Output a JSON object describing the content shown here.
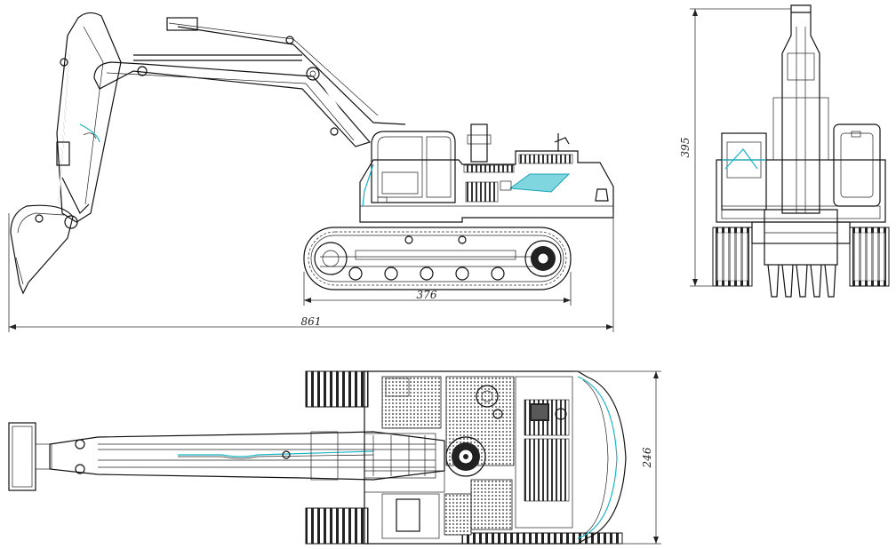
{
  "views": [
    "side-view",
    "front-view",
    "top-view"
  ],
  "dimensions": {
    "overall_length": "861",
    "track_length": "376",
    "height": "395",
    "width": "246"
  },
  "colors": {
    "line": "#111111",
    "accent_cyan": "#19b5c4",
    "accent_fill": "#7fd6de",
    "background": "#ffffff"
  }
}
